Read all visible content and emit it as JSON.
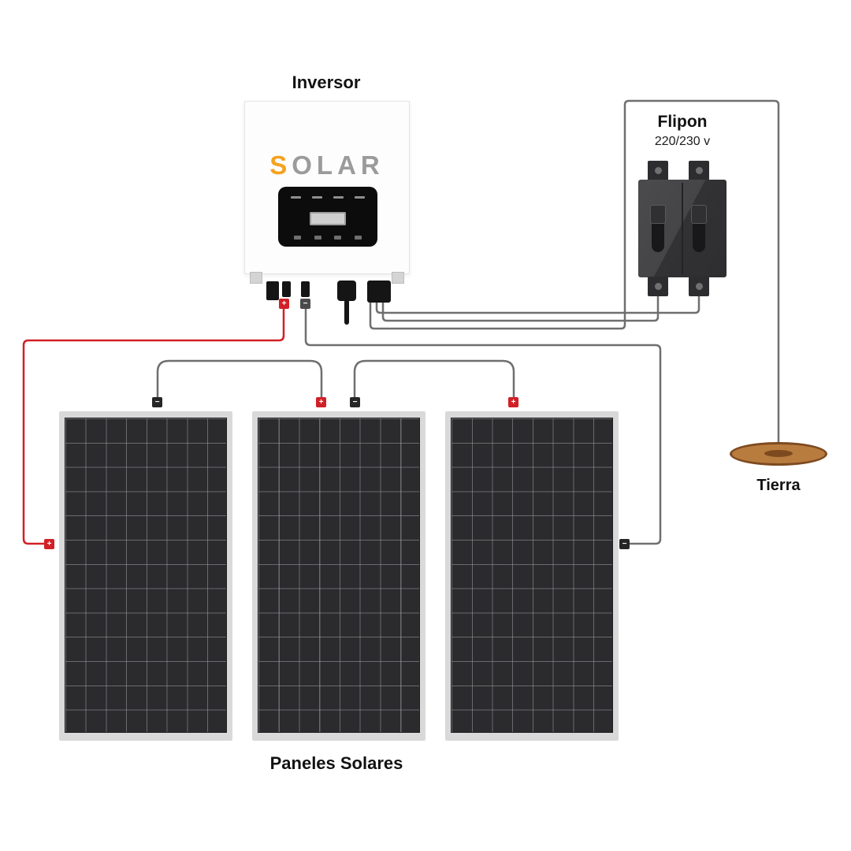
{
  "diagram": {
    "inverter": {
      "title": "Inversor",
      "logo_first": "S",
      "logo_rest": "OLAR"
    },
    "breaker": {
      "title": "Flipon",
      "voltage": "220/230 v"
    },
    "ground": {
      "title": "Tierra"
    },
    "panels": {
      "title": "Paneles Solares",
      "count": 3
    },
    "symbols": {
      "plus": "+",
      "minus": "−"
    },
    "colors": {
      "wire_positive": "#d12027",
      "wire_neutral": "#6f6f6f",
      "logo_accent": "#f6a21d",
      "logo_gray": "#9b9b9b",
      "panel_cell": "#2b2b2d",
      "panel_frame": "#d9d9d9",
      "breaker_body": "#3c3c3e",
      "ground_fill": "#b97c3f",
      "ground_border": "#7d4a20"
    }
  }
}
